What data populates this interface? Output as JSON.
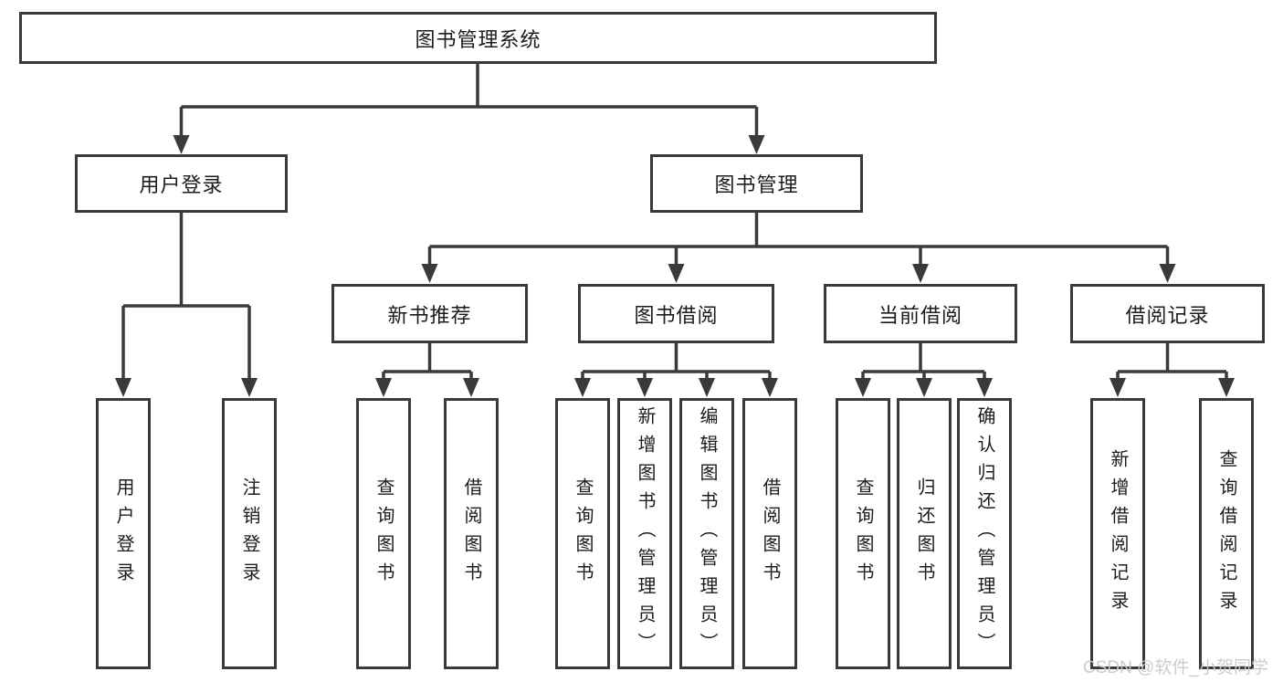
{
  "diagram": {
    "type": "hierarchy-tree",
    "root": {
      "label": "图书管理系统",
      "children": [
        {
          "label": "用户登录",
          "children": [
            {
              "label": "用户登录"
            },
            {
              "label": "注销登录"
            }
          ]
        },
        {
          "label": "图书管理",
          "children": [
            {
              "label": "新书推荐",
              "children": [
                {
                  "label": "查询图书"
                },
                {
                  "label": "借阅图书"
                }
              ]
            },
            {
              "label": "图书借阅",
              "children": [
                {
                  "label": "查询图书"
                },
                {
                  "label": "新增图书（管理员）"
                },
                {
                  "label": "编辑图书（管理员）"
                },
                {
                  "label": "借阅图书"
                }
              ]
            },
            {
              "label": "当前借阅",
              "children": [
                {
                  "label": "查询图书"
                },
                {
                  "label": "归还图书"
                },
                {
                  "label": "确认归还（管理员）"
                }
              ]
            },
            {
              "label": "借阅记录",
              "children": [
                {
                  "label": "新增借阅记录"
                },
                {
                  "label": "查询借阅记录"
                }
              ]
            }
          ]
        }
      ]
    }
  },
  "watermark": {
    "text": "CSDN @软件_小贺同学"
  },
  "colors": {
    "background": "#ffffff",
    "line": "#3a3a3a",
    "text": "#1c1c1c",
    "watermark": "#c9c9c9"
  }
}
